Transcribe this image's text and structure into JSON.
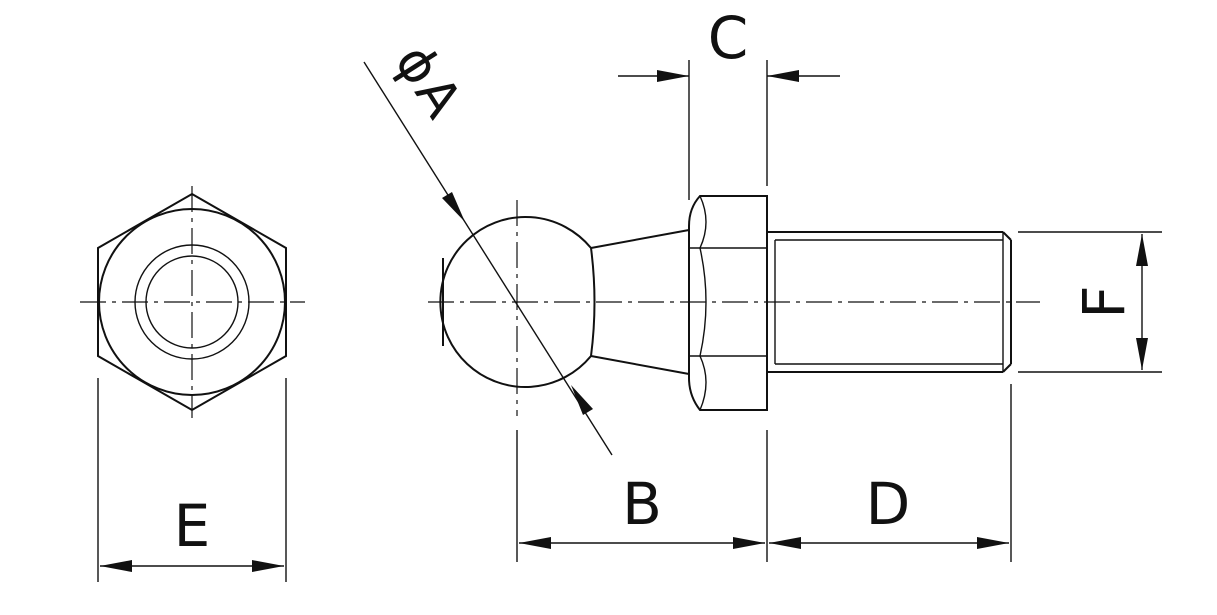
{
  "dimensions": {
    "A": "A",
    "phi": "ϕ",
    "B": "B",
    "C": "C",
    "D": "D",
    "E": "E",
    "F": "F"
  },
  "colors": {
    "line": "#111111",
    "background": "#ffffff"
  }
}
